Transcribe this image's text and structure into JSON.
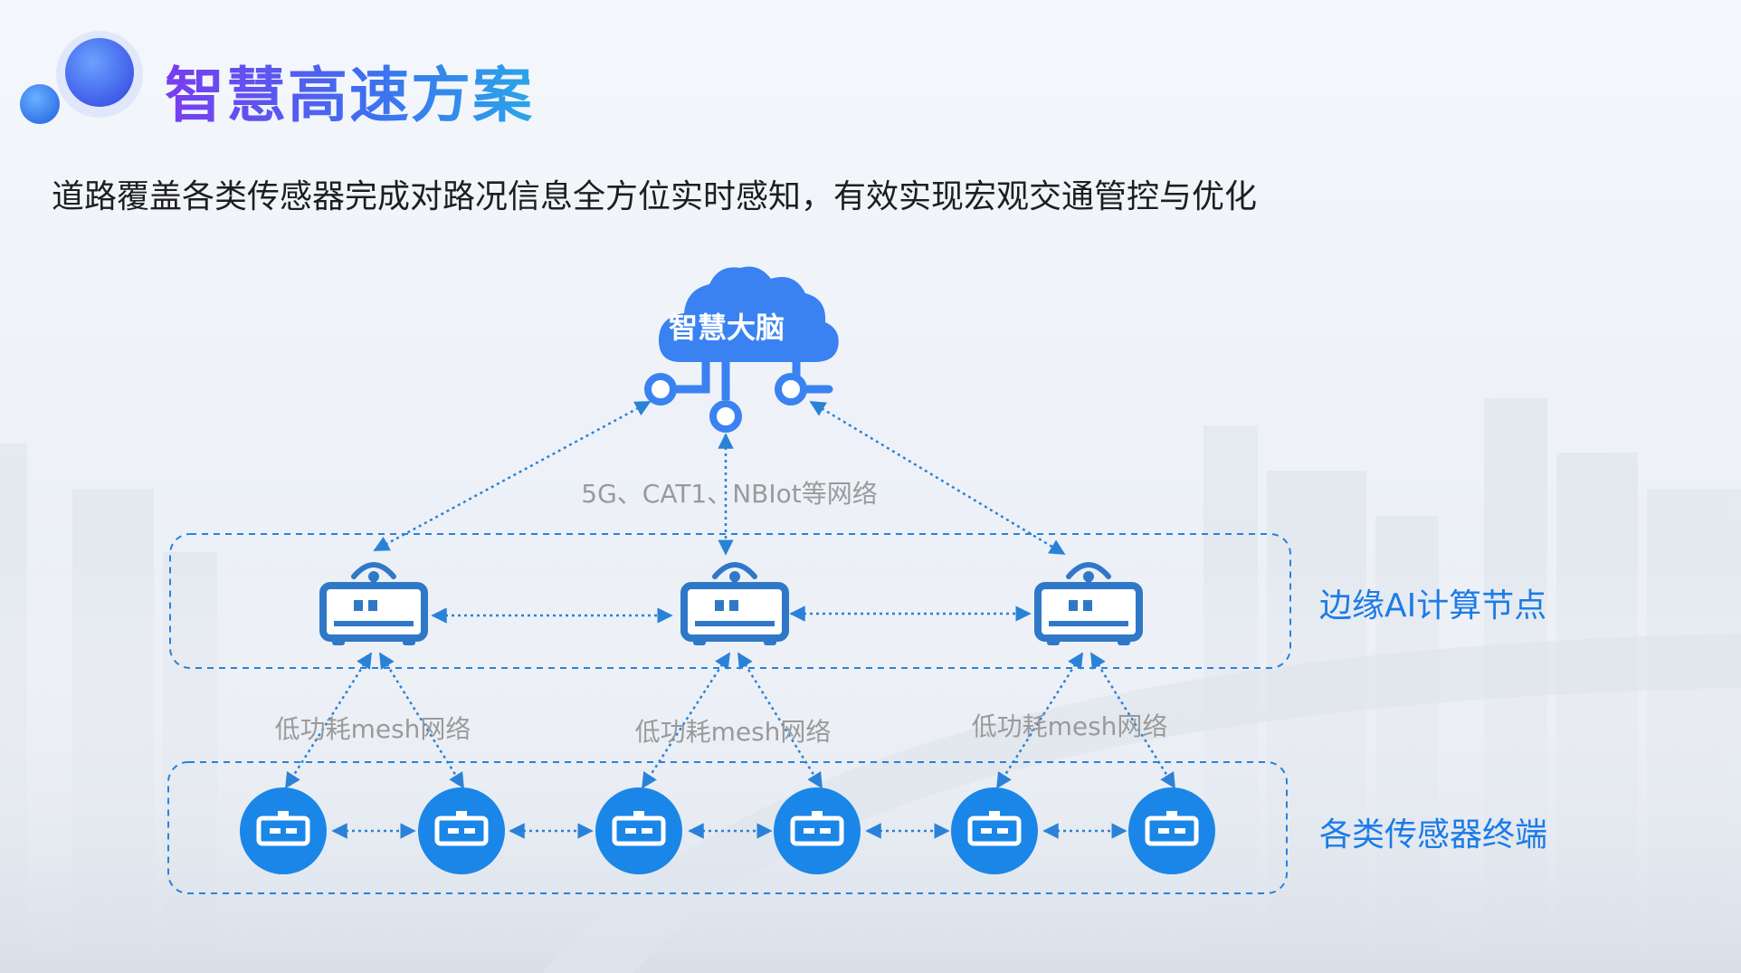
{
  "page": {
    "title": "智慧高速方案",
    "subtitle": "道路覆盖各类传感器完成对路况信息全方位实时感知，有效实现宏观交通管控与优化"
  },
  "diagram": {
    "brain_label": "智慧大脑",
    "uplink_label": "5G、CAT1、NBIot等网络",
    "edge_group_label": "边缘AI计算节点",
    "sensor_group_label": "各类传感器终端",
    "mesh_labels": [
      "低功耗mesh网络",
      "低功耗mesh网络",
      "低功耗mesh网络"
    ],
    "edge_nodes": [
      {
        "name": "edge-node-1"
      },
      {
        "name": "edge-node-2"
      },
      {
        "name": "edge-node-3"
      }
    ],
    "sensor_count": 6,
    "colors": {
      "primary": "#1c7be6",
      "icon_blue": "#2f78c8",
      "sensor_blue": "#1a86e8",
      "line": "#2a82d8",
      "title_gradient_start": "#7a3cf0",
      "title_gradient_end": "#29a6e8"
    }
  }
}
